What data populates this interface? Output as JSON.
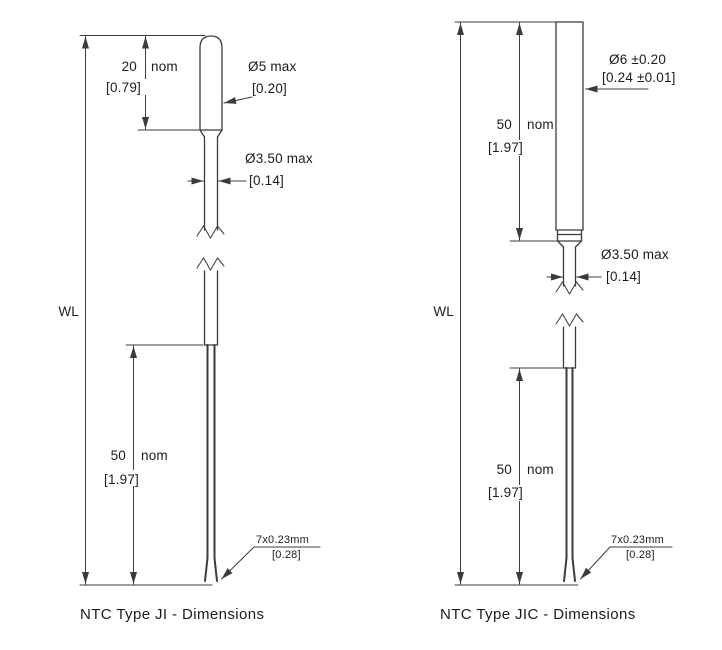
{
  "diagram_left": {
    "caption": "NTC Type JI - Dimensions",
    "labels": {
      "tip_length_value": "20",
      "tip_length_unit": "nom",
      "tip_length_alt": "[0.79]",
      "tip_diameter": "Ø5  max",
      "tip_diameter_alt": "[0.20]",
      "body_diameter": "Ø3.50 max",
      "body_diameter_alt": "[0.14]",
      "wire_length": "WL",
      "lead_free_length_value": "50",
      "lead_free_length_unit": "nom",
      "lead_free_length_alt": "[1.97]",
      "lead_wire_spec": "7x0.23mm",
      "lead_wire_spec_alt": "[0.28]"
    }
  },
  "diagram_right": {
    "caption": "NTC Type JIC - Dimensions",
    "labels": {
      "body_diameter_top": "Ø6 ±0.20",
      "body_diameter_top_alt": "[0.24 ±0.01]",
      "body_length_value": "50",
      "body_length_unit": "nom",
      "body_length_alt": "[1.97]",
      "neck_diameter": "Ø3.50 max",
      "neck_diameter_alt": "[0.14]",
      "wire_length": "WL",
      "lead_free_length_value": "50",
      "lead_free_length_unit": "nom",
      "lead_free_length_alt": "[1.97]",
      "lead_wire_spec": "7x0.23mm",
      "lead_wire_spec_alt": "[0.28]"
    }
  },
  "colors": {
    "line": "#3b3b3b",
    "text": "#1c1c1c",
    "background": "#ffffff"
  }
}
